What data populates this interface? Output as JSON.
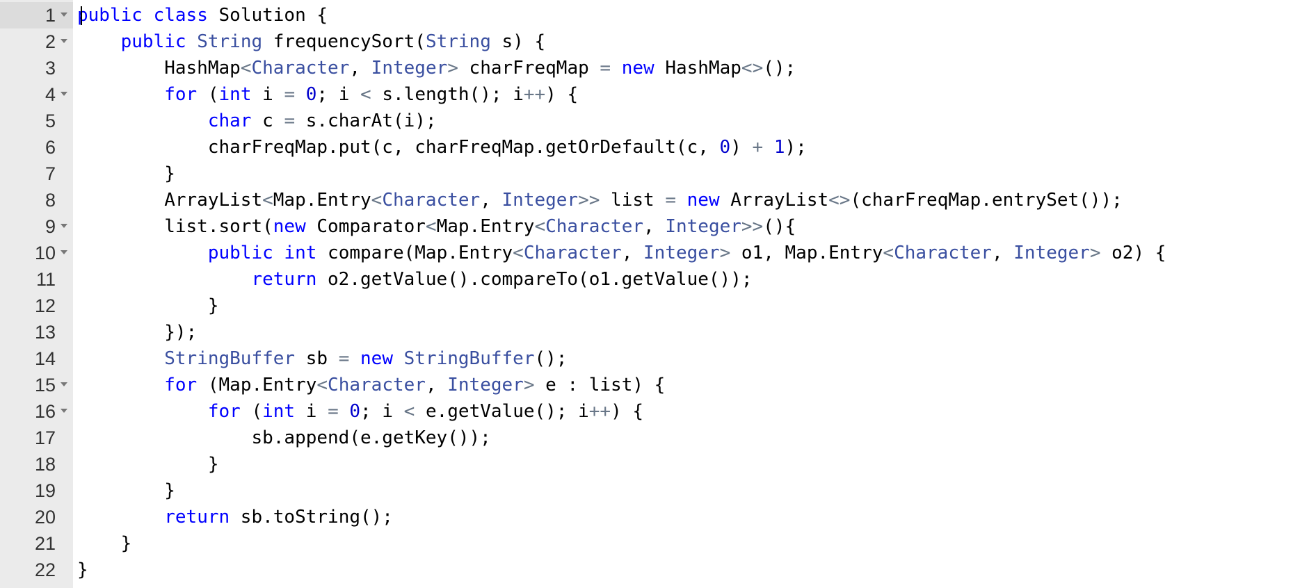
{
  "editor": {
    "lines": [
      {
        "number": "1",
        "foldable": true,
        "tokens": [
          {
            "t": "kw",
            "v": "public"
          },
          {
            "t": "plain",
            "v": " "
          },
          {
            "t": "kw",
            "v": "class"
          },
          {
            "t": "plain",
            "v": " Solution {"
          }
        ]
      },
      {
        "number": "2",
        "foldable": true,
        "tokens": [
          {
            "t": "plain",
            "v": "    "
          },
          {
            "t": "kw",
            "v": "public"
          },
          {
            "t": "plain",
            "v": " "
          },
          {
            "t": "type",
            "v": "String"
          },
          {
            "t": "plain",
            "v": " frequencySort("
          },
          {
            "t": "type",
            "v": "String"
          },
          {
            "t": "plain",
            "v": " s) {"
          }
        ]
      },
      {
        "number": "3",
        "foldable": false,
        "tokens": [
          {
            "t": "plain",
            "v": "        HashMap"
          },
          {
            "t": "op",
            "v": "<"
          },
          {
            "t": "type",
            "v": "Character"
          },
          {
            "t": "plain",
            "v": ", "
          },
          {
            "t": "type",
            "v": "Integer"
          },
          {
            "t": "op",
            "v": ">"
          },
          {
            "t": "plain",
            "v": " charFreqMap "
          },
          {
            "t": "op",
            "v": "="
          },
          {
            "t": "plain",
            "v": " "
          },
          {
            "t": "kw",
            "v": "new"
          },
          {
            "t": "plain",
            "v": " HashMap"
          },
          {
            "t": "op",
            "v": "<>"
          },
          {
            "t": "plain",
            "v": "();"
          }
        ]
      },
      {
        "number": "4",
        "foldable": true,
        "tokens": [
          {
            "t": "plain",
            "v": "        "
          },
          {
            "t": "kw",
            "v": "for"
          },
          {
            "t": "plain",
            "v": " ("
          },
          {
            "t": "kw",
            "v": "int"
          },
          {
            "t": "plain",
            "v": " i "
          },
          {
            "t": "op",
            "v": "="
          },
          {
            "t": "plain",
            "v": " "
          },
          {
            "t": "num",
            "v": "0"
          },
          {
            "t": "plain",
            "v": "; i "
          },
          {
            "t": "op",
            "v": "<"
          },
          {
            "t": "plain",
            "v": " s.length(); i"
          },
          {
            "t": "op",
            "v": "++"
          },
          {
            "t": "plain",
            "v": ") {"
          }
        ]
      },
      {
        "number": "5",
        "foldable": false,
        "tokens": [
          {
            "t": "plain",
            "v": "            "
          },
          {
            "t": "kw",
            "v": "char"
          },
          {
            "t": "plain",
            "v": " c "
          },
          {
            "t": "op",
            "v": "="
          },
          {
            "t": "plain",
            "v": " s.charAt(i);"
          }
        ]
      },
      {
        "number": "6",
        "foldable": false,
        "tokens": [
          {
            "t": "plain",
            "v": "            charFreqMap.put(c, charFreqMap.getOrDefault(c, "
          },
          {
            "t": "num",
            "v": "0"
          },
          {
            "t": "plain",
            "v": ") "
          },
          {
            "t": "op",
            "v": "+"
          },
          {
            "t": "plain",
            "v": " "
          },
          {
            "t": "num",
            "v": "1"
          },
          {
            "t": "plain",
            "v": ");"
          }
        ]
      },
      {
        "number": "7",
        "foldable": false,
        "tokens": [
          {
            "t": "plain",
            "v": "        }"
          }
        ]
      },
      {
        "number": "8",
        "foldable": false,
        "tokens": [
          {
            "t": "plain",
            "v": "        ArrayList"
          },
          {
            "t": "op",
            "v": "<"
          },
          {
            "t": "plain",
            "v": "Map.Entry"
          },
          {
            "t": "op",
            "v": "<"
          },
          {
            "t": "type",
            "v": "Character"
          },
          {
            "t": "plain",
            "v": ", "
          },
          {
            "t": "type",
            "v": "Integer"
          },
          {
            "t": "op",
            "v": ">>"
          },
          {
            "t": "plain",
            "v": " list "
          },
          {
            "t": "op",
            "v": "="
          },
          {
            "t": "plain",
            "v": " "
          },
          {
            "t": "kw",
            "v": "new"
          },
          {
            "t": "plain",
            "v": " ArrayList"
          },
          {
            "t": "op",
            "v": "<>"
          },
          {
            "t": "plain",
            "v": "(charFreqMap.entrySet());"
          }
        ]
      },
      {
        "number": "9",
        "foldable": true,
        "tokens": [
          {
            "t": "plain",
            "v": "        list.sort("
          },
          {
            "t": "kw",
            "v": "new"
          },
          {
            "t": "plain",
            "v": " Comparator"
          },
          {
            "t": "op",
            "v": "<"
          },
          {
            "t": "plain",
            "v": "Map.Entry"
          },
          {
            "t": "op",
            "v": "<"
          },
          {
            "t": "type",
            "v": "Character"
          },
          {
            "t": "plain",
            "v": ", "
          },
          {
            "t": "type",
            "v": "Integer"
          },
          {
            "t": "op",
            "v": ">>"
          },
          {
            "t": "plain",
            "v": "(){"
          }
        ]
      },
      {
        "number": "10",
        "foldable": true,
        "tokens": [
          {
            "t": "plain",
            "v": "            "
          },
          {
            "t": "kw",
            "v": "public"
          },
          {
            "t": "plain",
            "v": " "
          },
          {
            "t": "kw",
            "v": "int"
          },
          {
            "t": "plain",
            "v": " compare(Map.Entry"
          },
          {
            "t": "op",
            "v": "<"
          },
          {
            "t": "type",
            "v": "Character"
          },
          {
            "t": "plain",
            "v": ", "
          },
          {
            "t": "type",
            "v": "Integer"
          },
          {
            "t": "op",
            "v": ">"
          },
          {
            "t": "plain",
            "v": " o1, Map.Entry"
          },
          {
            "t": "op",
            "v": "<"
          },
          {
            "t": "type",
            "v": "Character"
          },
          {
            "t": "plain",
            "v": ", "
          },
          {
            "t": "type",
            "v": "Integer"
          },
          {
            "t": "op",
            "v": ">"
          },
          {
            "t": "plain",
            "v": " o2) {"
          }
        ]
      },
      {
        "number": "11",
        "foldable": false,
        "tokens": [
          {
            "t": "plain",
            "v": "                "
          },
          {
            "t": "kw",
            "v": "return"
          },
          {
            "t": "plain",
            "v": " o2.getValue().compareTo(o1.getValue());"
          }
        ]
      },
      {
        "number": "12",
        "foldable": false,
        "tokens": [
          {
            "t": "plain",
            "v": "            }"
          }
        ]
      },
      {
        "number": "13",
        "foldable": false,
        "tokens": [
          {
            "t": "plain",
            "v": "        });"
          }
        ]
      },
      {
        "number": "14",
        "foldable": false,
        "tokens": [
          {
            "t": "plain",
            "v": "        "
          },
          {
            "t": "type",
            "v": "StringBuffer"
          },
          {
            "t": "plain",
            "v": " sb "
          },
          {
            "t": "op",
            "v": "="
          },
          {
            "t": "plain",
            "v": " "
          },
          {
            "t": "kw",
            "v": "new"
          },
          {
            "t": "plain",
            "v": " "
          },
          {
            "t": "type",
            "v": "StringBuffer"
          },
          {
            "t": "plain",
            "v": "();"
          }
        ]
      },
      {
        "number": "15",
        "foldable": true,
        "tokens": [
          {
            "t": "plain",
            "v": "        "
          },
          {
            "t": "kw",
            "v": "for"
          },
          {
            "t": "plain",
            "v": " (Map.Entry"
          },
          {
            "t": "op",
            "v": "<"
          },
          {
            "t": "type",
            "v": "Character"
          },
          {
            "t": "plain",
            "v": ", "
          },
          {
            "t": "type",
            "v": "Integer"
          },
          {
            "t": "op",
            "v": ">"
          },
          {
            "t": "plain",
            "v": " e : list) {"
          }
        ]
      },
      {
        "number": "16",
        "foldable": true,
        "tokens": [
          {
            "t": "plain",
            "v": "            "
          },
          {
            "t": "kw",
            "v": "for"
          },
          {
            "t": "plain",
            "v": " ("
          },
          {
            "t": "kw",
            "v": "int"
          },
          {
            "t": "plain",
            "v": " i "
          },
          {
            "t": "op",
            "v": "="
          },
          {
            "t": "plain",
            "v": " "
          },
          {
            "t": "num",
            "v": "0"
          },
          {
            "t": "plain",
            "v": "; i "
          },
          {
            "t": "op",
            "v": "<"
          },
          {
            "t": "plain",
            "v": " e.getValue(); i"
          },
          {
            "t": "op",
            "v": "++"
          },
          {
            "t": "plain",
            "v": ") {"
          }
        ]
      },
      {
        "number": "17",
        "foldable": false,
        "tokens": [
          {
            "t": "plain",
            "v": "                sb.append(e.getKey());"
          }
        ]
      },
      {
        "number": "18",
        "foldable": false,
        "tokens": [
          {
            "t": "plain",
            "v": "            }"
          }
        ]
      },
      {
        "number": "19",
        "foldable": false,
        "tokens": [
          {
            "t": "plain",
            "v": "        }"
          }
        ]
      },
      {
        "number": "20",
        "foldable": false,
        "tokens": [
          {
            "t": "plain",
            "v": "        "
          },
          {
            "t": "kw",
            "v": "return"
          },
          {
            "t": "plain",
            "v": " sb.toString();"
          }
        ]
      },
      {
        "number": "21",
        "foldable": false,
        "tokens": [
          {
            "t": "plain",
            "v": "    }"
          }
        ]
      },
      {
        "number": "22",
        "foldable": false,
        "tokens": [
          {
            "t": "plain",
            "v": "}"
          }
        ]
      }
    ],
    "active_line": 1,
    "colors": {
      "keyword": "#0000ff",
      "type": "#3a4fa0",
      "number": "#0000cd",
      "operator": "#687687",
      "gutter_bg": "#ebebeb",
      "active_gutter_bg": "#dcdcdc"
    }
  }
}
